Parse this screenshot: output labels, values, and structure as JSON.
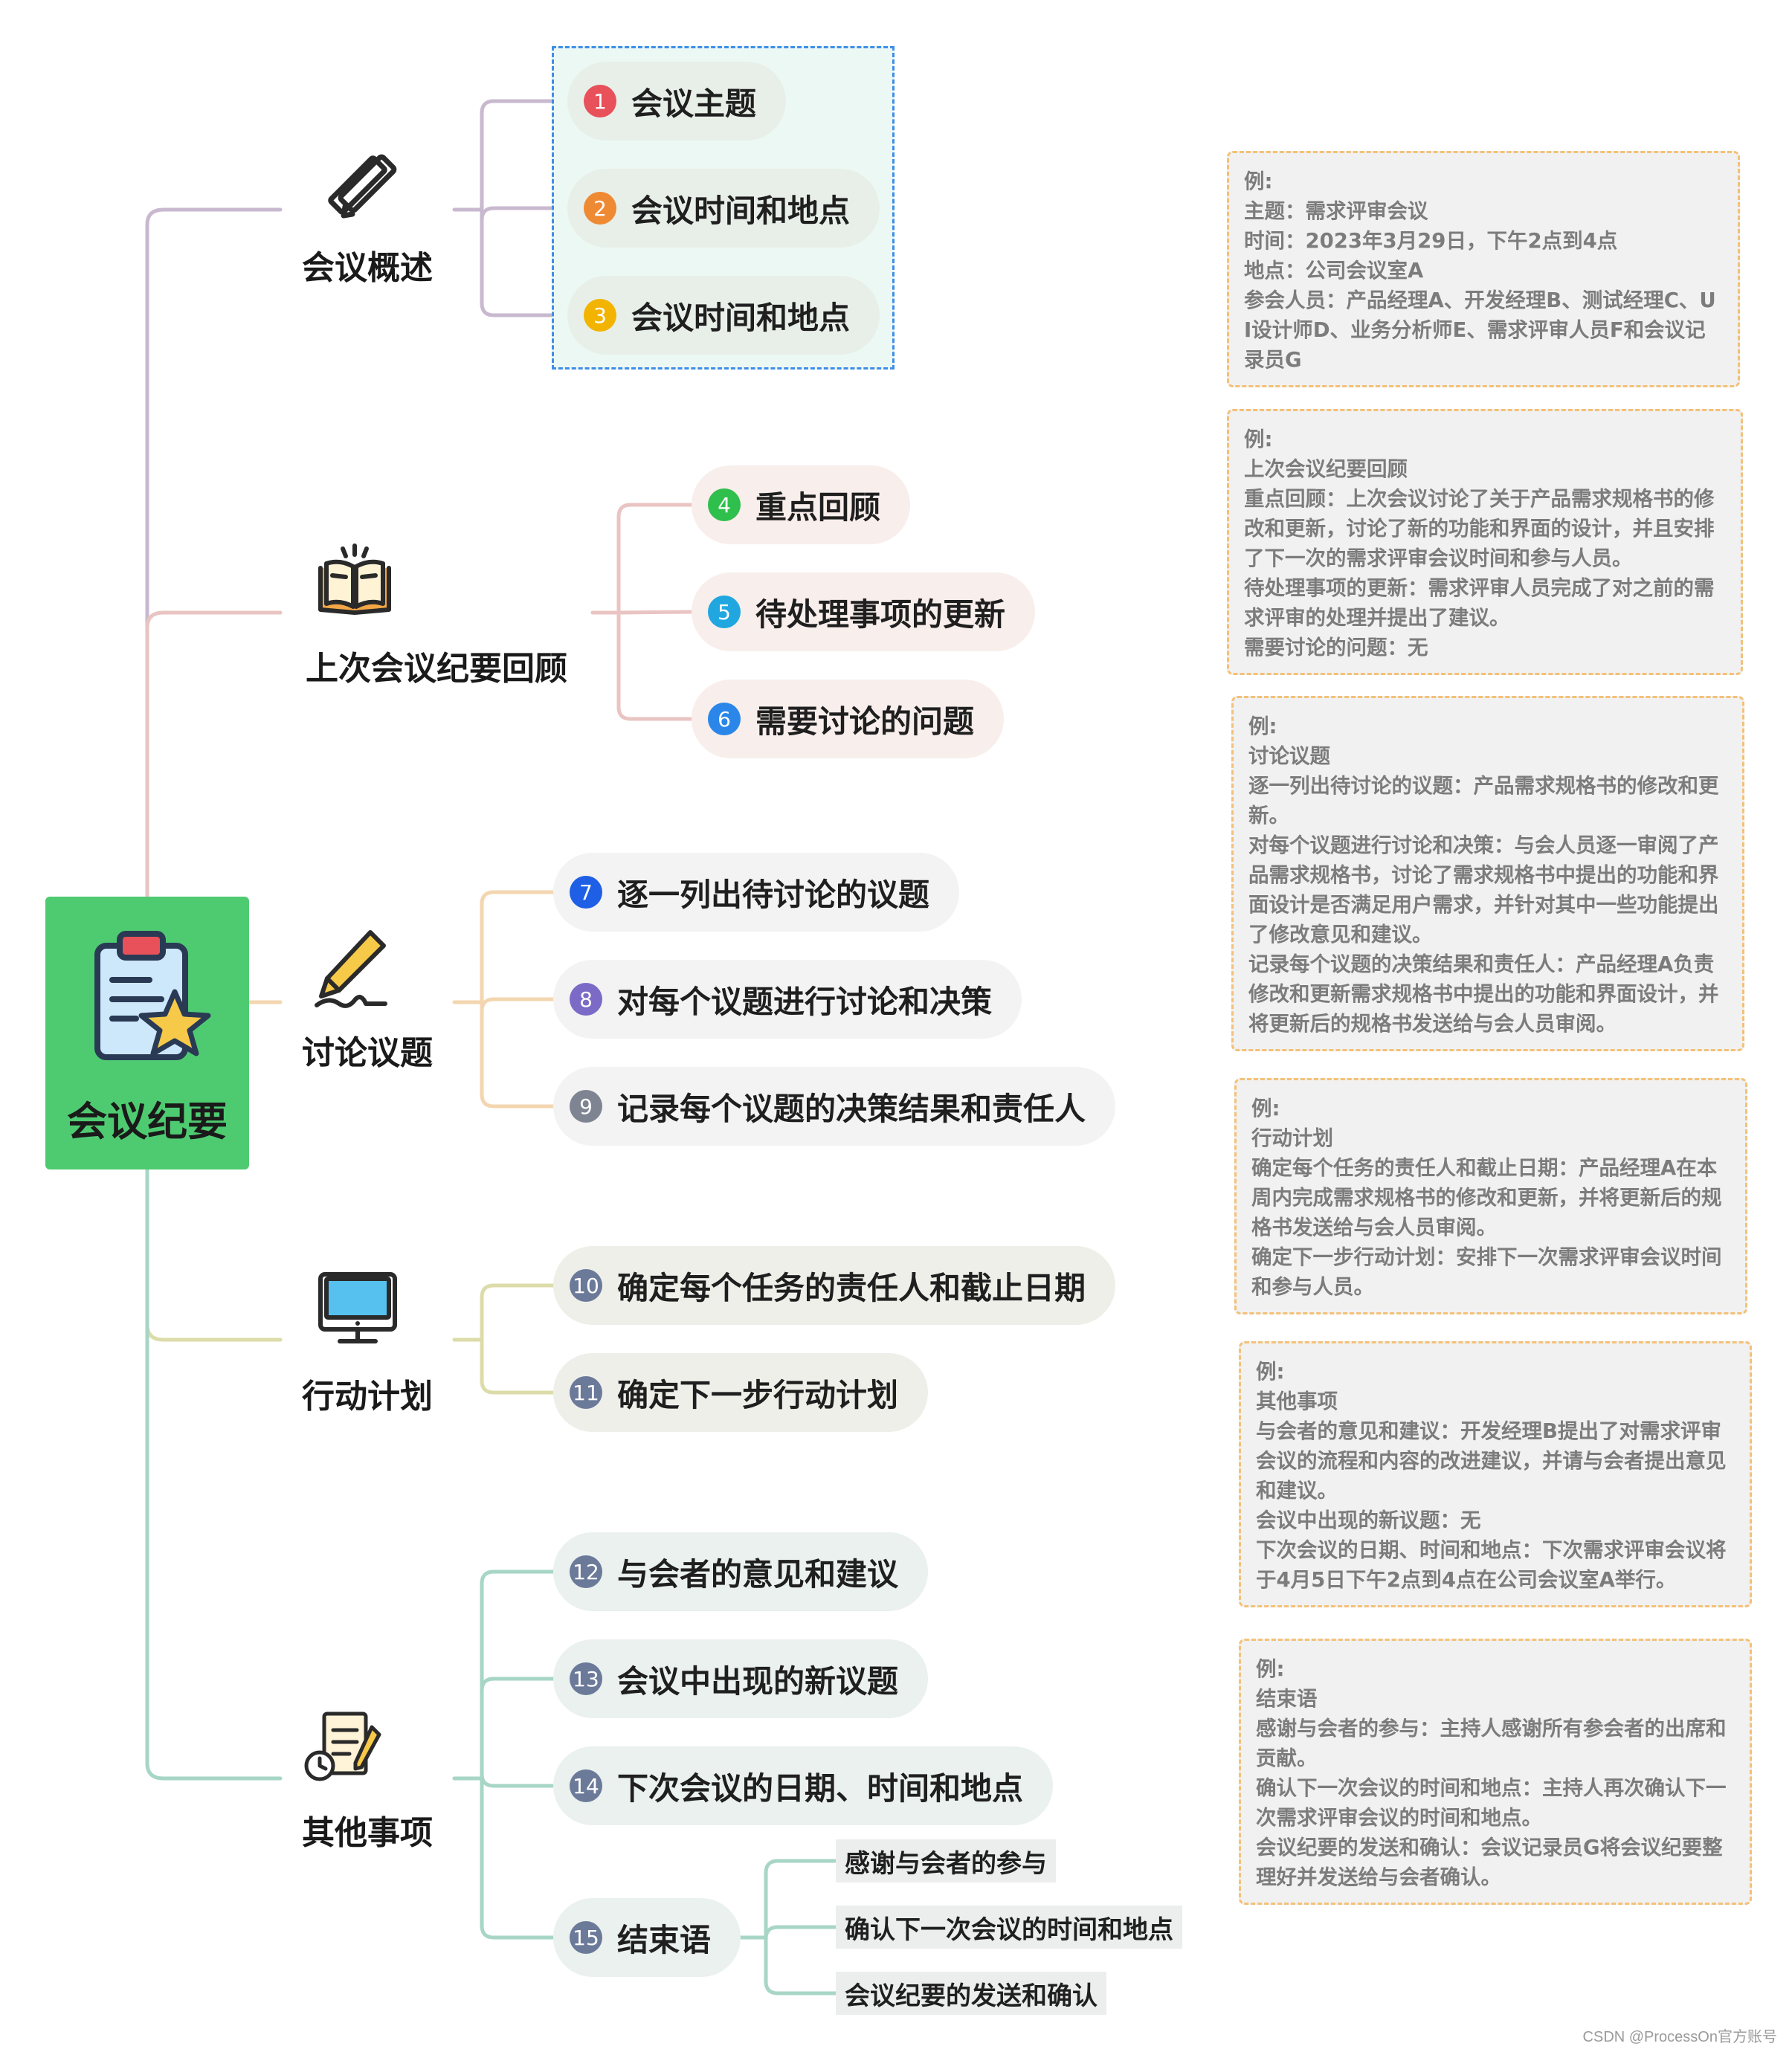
{
  "root": {
    "label": "会议纪要"
  },
  "topics": [
    {
      "label": "会议概述"
    },
    {
      "label": "上次会议纪要回顾"
    },
    {
      "label": "讨论议题"
    },
    {
      "label": "行动计划"
    },
    {
      "label": "其他事项"
    }
  ],
  "subtopics": [
    {
      "num": "1",
      "label": "会议主题"
    },
    {
      "num": "2",
      "label": "会议时间和地点"
    },
    {
      "num": "3",
      "label": "会议时间和地点"
    },
    {
      "num": "4",
      "label": "重点回顾"
    },
    {
      "num": "5",
      "label": "待处理事项的更新"
    },
    {
      "num": "6",
      "label": "需要讨论的问题"
    },
    {
      "num": "7",
      "label": "逐一列出待讨论的议题"
    },
    {
      "num": "8",
      "label": "对每个议题进行讨论和决策"
    },
    {
      "num": "9",
      "label": "记录每个议题的决策结果和责任人"
    },
    {
      "num": "10",
      "label": "确定每个任务的责任人和截止日期"
    },
    {
      "num": "11",
      "label": "确定下一步行动计划"
    },
    {
      "num": "12",
      "label": "与会者的意见和建议"
    },
    {
      "num": "13",
      "label": "会议中出现的新议题"
    },
    {
      "num": "14",
      "label": "下次会议的日期、时间和地点"
    },
    {
      "num": "15",
      "label": "结束语"
    }
  ],
  "leaves": [
    {
      "label": "感谢与会者的参与"
    },
    {
      "label": "确认下一次会议的时间和地点"
    },
    {
      "label": "会议纪要的发送和确认"
    }
  ],
  "notes": [
    {
      "lines": [
        "例:",
        "主题：需求评审会议",
        "时间：2023年3月29日，下午2点到4点",
        "地点：公司会议室A",
        "参会人员：产品经理A、开发经理B、测试经理C、UI设计师D、业务分析师E、需求评审人员F和会议记录员G"
      ]
    },
    {
      "lines": [
        "例:",
        "上次会议纪要回顾",
        "重点回顾：上次会议讨论了关于产品需求规格书的修改和更新，讨论了新的功能和界面的设计，并且安排了下一次的需求评审会议时间和参与人员。",
        "待处理事项的更新：需求评审人员完成了对之前的需求评审的处理并提出了建议。",
        "需要讨论的问题：无"
      ]
    },
    {
      "lines": [
        "例:",
        "讨论议题",
        "逐一列出待讨论的议题：产品需求规格书的修改和更新。",
        "对每个议题进行讨论和决策：与会人员逐一审阅了产品需求规格书，讨论了需求规格书中提出的功能和界面设计是否满足用户需求，并针对其中一些功能提出了修改意见和建议。",
        "记录每个议题的决策结果和责任人：产品经理A负责修改和更新需求规格书中提出的功能和界面设计，并将更新后的规格书发送给与会人员审阅。"
      ]
    },
    {
      "lines": [
        "例:",
        "行动计划",
        "确定每个任务的责任人和截止日期：产品经理A在本周内完成需求规格书的修改和更新，并将更新后的规格书发送给与会人员审阅。",
        "确定下一步行动计划：安排下一次需求评审会议时间和参与人员。"
      ]
    },
    {
      "lines": [
        "例:",
        "其他事项",
        "与会者的意见和建议：开发经理B提出了对需求评审会议的流程和内容的改进建议，并请与会者提出意见和建议。",
        "会议中出现的新议题：无",
        "下次会议的日期、时间和地点：下次需求评审会议将于4月5日下午2点到4点在公司会议室A举行。"
      ]
    },
    {
      "lines": [
        "例:",
        "结束语",
        "感谢与会者的参与：主持人感谢所有参会者的出席和贡献。",
        "确认下一次会议的时间和地点：主持人再次确认下一次需求评审会议的时间和地点。",
        "会议纪要的发送和确认：会议记录员G将会议纪要整理好并发送给与会者确认。"
      ]
    }
  ],
  "watermark": "CSDN @ProcessOn官方账号",
  "colors": {
    "root": "#4ecb71",
    "topic_bg": [
      "#c9bdcd",
      "#e8c5c4",
      "#f3d4b2",
      "#dbdcae",
      "#a9d5c6"
    ],
    "branch": [
      "#c9b9cf",
      "#e9c4c2",
      "#f3d6b0",
      "#dcdcaa",
      "#a7d6c6"
    ],
    "sub_bg": [
      "#e8efe9",
      "#f8eeec",
      "#f3f3f3",
      "#efefea",
      "#eaf1ee"
    ],
    "num": [
      "#e8505a",
      "#ef8a34",
      "#f2b400",
      "#2fbf4c",
      "#21a7e0",
      "#2a86e8",
      "#1f5fe6",
      "#7c6bc6",
      "#7f8493",
      "#6b7a99",
      "#6b7a99",
      "#6b7a99",
      "#6b7a99",
      "#6b7a99",
      "#6b7a99"
    ]
  }
}
